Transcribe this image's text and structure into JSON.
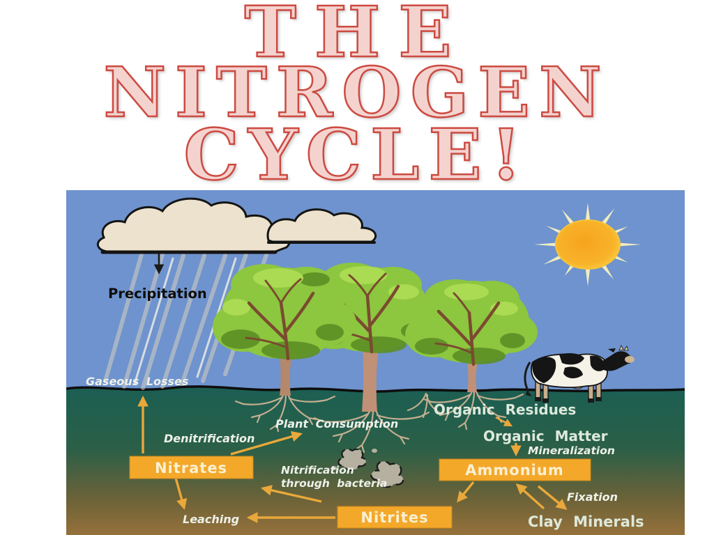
{
  "title": {
    "line1": "THE",
    "line2": "NITROGEN",
    "line3": "CYCLE!"
  },
  "diagram": {
    "labels": {
      "precipitation": "Precipitation",
      "gaseous_losses": "Gaseous Losses",
      "denitrification": "Denitrification",
      "plant_consumption": "Plant Consumption",
      "nitrification_line1": "Nitrification",
      "nitrification_line2": "through bacteria",
      "organic_residues": "Organic Residues",
      "organic_matter": "Organic Matter",
      "mineralization": "Mineralization",
      "fixation": "Fixation",
      "leaching": "Leaching",
      "clay_minerals": "Clay Minerals"
    },
    "boxes": {
      "nitrates": "Nitrates",
      "ammonium": "Ammonium",
      "nitrites": "Nitrites"
    },
    "colors": {
      "sky": "#6E93CE",
      "ground_top": "#1B5F53",
      "ground_bottom": "#96713B",
      "process_box": "#F4A82A",
      "arrow": "#E9A83B",
      "title_fill": "#F4D3CF",
      "title_outline": "#CD4A41",
      "canopy_green": "#8DC63F",
      "trunk_brown": "#B5886B",
      "cloud_cream": "#ECE2CD",
      "sun_orange": "#F6A91E"
    }
  }
}
